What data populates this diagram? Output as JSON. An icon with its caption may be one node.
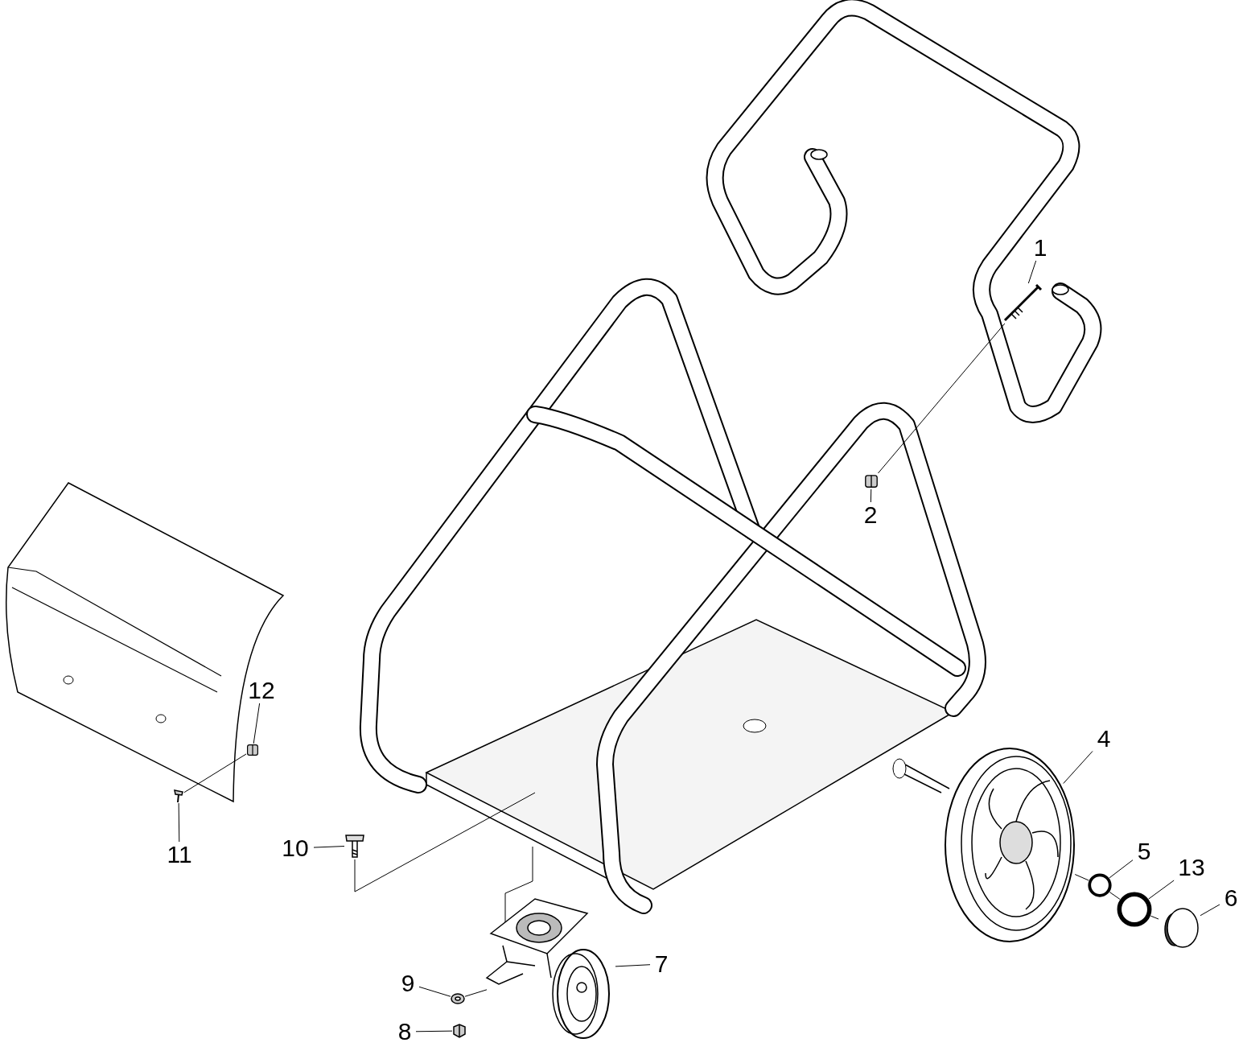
{
  "diagram": {
    "nodes": [
      {
        "text": [
          "1"
        ]
      },
      {
        "text": [],
        "shape": "picture"
      },
      {
        "text": [
          "2"
        ]
      },
      {
        "text": [],
        "shape": "box"
      },
      {
        "text": [
          "12"
        ]
      },
      {
        "text": [],
        "shape": "box"
      },
      {
        "text": [
          "4"
        ]
      },
      {
        "text": [],
        "shape": "picture"
      },
      {
        "text": [
          "11"
        ]
      },
      {
        "text": [],
        "shape": "picture"
      },
      {
        "text": [
          "10"
        ]
      },
      {
        "text": [],
        "shape": "picture"
      },
      {
        "text": [
          "5"
        ]
      },
      {
        "text": [],
        "shape": "circle"
      },
      {
        "text": [
          "13"
        ]
      },
      {
        "text": [],
        "shape": "circle"
      },
      {
        "text": [
          "6"
        ]
      },
      {
        "text": [],
        "shape": "picture"
      },
      {
        "text": [
          "7"
        ]
      },
      {
        "text": [],
        "shape": "picture"
      },
      {
        "text": [
          "9"
        ]
      },
      {
        "text": [],
        "shape": "picture"
      },
      {
        "text": [
          "8"
        ]
      },
      {
        "text": [],
        "shape": "picture"
      }
    ],
    "edges": [
      {
        "from": 0,
        "to": 1,
        "arrow": "none"
      },
      {
        "from": 2,
        "to": 3,
        "arrow": "none"
      },
      {
        "from": 4,
        "to": 5,
        "arrow": "none"
      },
      {
        "from": 6,
        "to": 7,
        "arrow": "none"
      },
      {
        "from": 8,
        "to": 9,
        "arrow": "none"
      },
      {
        "from": 10,
        "to": 11,
        "arrow": "none"
      },
      {
        "from": 12,
        "to": 13,
        "arrow": "none"
      },
      {
        "from": 14,
        "to": 15,
        "arrow": "none"
      },
      {
        "from": 16,
        "to": 17,
        "arrow": "none"
      },
      {
        "from": 18,
        "to": 19,
        "arrow": "none"
      },
      {
        "from": 20,
        "to": 21,
        "arrow": "none"
      },
      {
        "from": 22,
        "to": 23,
        "arrow": "none"
      },
      {
        "from": 1,
        "to": 3,
        "arrow": "none"
      },
      {
        "from": 9,
        "to": 5,
        "arrow": "none"
      },
      {
        "from": 7,
        "to": 13,
        "arrow": "none"
      },
      {
        "from": 13,
        "to": 15,
        "arrow": "none"
      },
      {
        "from": 15,
        "to": 17,
        "arrow": "none"
      },
      {
        "from": 21,
        "to": 19,
        "arrow": "none"
      }
    ]
  }
}
